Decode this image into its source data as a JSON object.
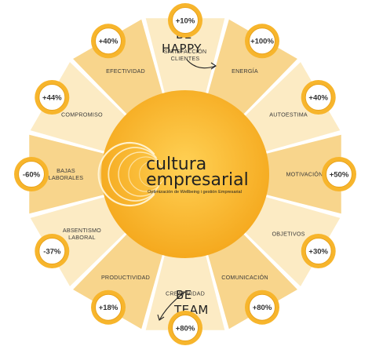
{
  "center": {
    "title_line1": "cultura",
    "title_line2": "empresarial",
    "subtitle": "Optimización de Wellbeing i gestión Empresarial"
  },
  "annotations": {
    "top": [
      "BE",
      "HAPPY"
    ],
    "bottom": [
      "BE",
      "TEAM"
    ]
  },
  "segments": [
    {
      "label": [
        "SATISFACCIÓN",
        "CLIENTES"
      ],
      "value": "+10%"
    },
    {
      "label": [
        "ENERGÍA"
      ],
      "value": "+100%"
    },
    {
      "label": [
        "AUTOESTIMA"
      ],
      "value": "+40%"
    },
    {
      "label": [
        "MOTIVACIÓN"
      ],
      "value": "+50%"
    },
    {
      "label": [
        "OBJETIVOS"
      ],
      "value": "+30%"
    },
    {
      "label": [
        "COMUNICACIÓN"
      ],
      "value": "+80%"
    },
    {
      "label": [
        "CREATIVIDAD"
      ],
      "value": "+80%"
    },
    {
      "label": [
        "PRODUCTIVIDAD"
      ],
      "value": "+18%"
    },
    {
      "label": [
        "ABSENTISMO",
        "LABORAL"
      ],
      "value": "-37%"
    },
    {
      "label": [
        "BAJAS",
        "LABORALES"
      ],
      "value": "-60%"
    },
    {
      "label": [
        "COMPROMISO"
      ],
      "value": "+44%"
    },
    {
      "label": [
        "EFECTIVIDAD"
      ],
      "value": "+40%"
    }
  ],
  "colors": {
    "center": "#F7B52C",
    "segment_light": "#FCEBC4",
    "segment_dark": "#F8D58C",
    "badge_ring": "#F7B52C",
    "badge_fill": "#ffffff",
    "text": "#333333"
  }
}
